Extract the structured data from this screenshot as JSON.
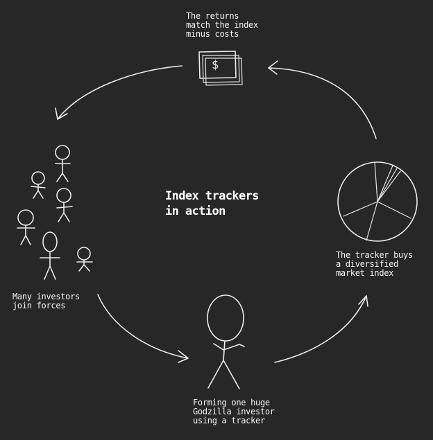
{
  "diagram": {
    "title": "Index trackers\nin action",
    "nodes": {
      "returns": {
        "label": "The returns\nmatch the index\nminus costs",
        "icon": "dollar-bills-icon",
        "symbol": "$"
      },
      "investors": {
        "label": "Many investors\njoin forces",
        "icon": "stick-figures-group-icon"
      },
      "godzilla": {
        "label": "Forming one huge\nGodzilla investor\nusing a tracker",
        "icon": "giant-stick-figure-icon"
      },
      "tracker": {
        "label": "The tracker buys\na diversified\nmarket index",
        "icon": "pie-chart-icon"
      }
    },
    "colors": {
      "background": "#272727",
      "ink": "#ececec"
    }
  }
}
